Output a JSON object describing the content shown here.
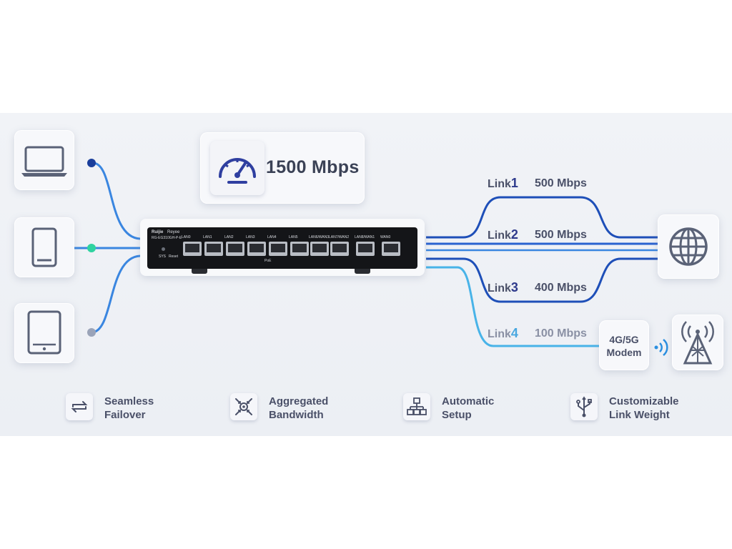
{
  "throughput": {
    "label": "1500 Mbps",
    "icon": "speedometer-icon"
  },
  "devices": [
    {
      "name": "laptop",
      "icon": "laptop-icon",
      "dot_color": "#1a3e9b"
    },
    {
      "name": "phone",
      "icon": "smartphone-icon",
      "dot_color": "#2ed3a0"
    },
    {
      "name": "tablet",
      "icon": "tablet-icon",
      "dot_color": "#9aa3b8"
    }
  ],
  "switch": {
    "brand": "Ruijie",
    "subbrand": "Reyee",
    "model": "RG-EG310GH-P-E",
    "port_labels": [
      "LAN0",
      "LAN1",
      "LAN2",
      "LAN3",
      "LAN4",
      "LAN5",
      "LAN6/WAN3",
      "LAN7/WAN2",
      "LAN8/WAN1",
      "WAN0"
    ],
    "sys_label": "SYS",
    "reset_label": "Reset",
    "poe_label": "PoE"
  },
  "links": [
    {
      "prefix": "Link",
      "number": "1",
      "speed": "500 Mbps",
      "color": "#1e4fb8"
    },
    {
      "prefix": "Link",
      "number": "2",
      "speed": "500 Mbps",
      "color": "#2a63d0"
    },
    {
      "prefix": "Link",
      "number": "3",
      "speed": "400 Mbps",
      "color": "#1e4fb8"
    },
    {
      "prefix": "Link",
      "number": "4",
      "speed": "100 Mbps",
      "color": "#48b3e8"
    }
  ],
  "internet": {
    "icon": "globe-icon"
  },
  "modem": {
    "line1": "4G/5G",
    "line2": "Modem",
    "wifi_icon": "wireless-signal-icon"
  },
  "tower": {
    "icon": "cell-tower-icon"
  },
  "features": [
    {
      "line1": "Seamless",
      "line2": "Failover",
      "icon": "failover-arrows-icon"
    },
    {
      "line1": "Aggregated",
      "line2": "Bandwidth",
      "icon": "aggregation-icon"
    },
    {
      "line1": "Automatic",
      "line2": "Setup",
      "icon": "hierarchy-icon"
    },
    {
      "line1": "Customizable",
      "line2": "Link Weight",
      "icon": "usb-weight-icon"
    }
  ],
  "colors": {
    "wire_dark": "#1e4fb8",
    "wire_light": "#48b3e8",
    "text": "#4a5068"
  }
}
